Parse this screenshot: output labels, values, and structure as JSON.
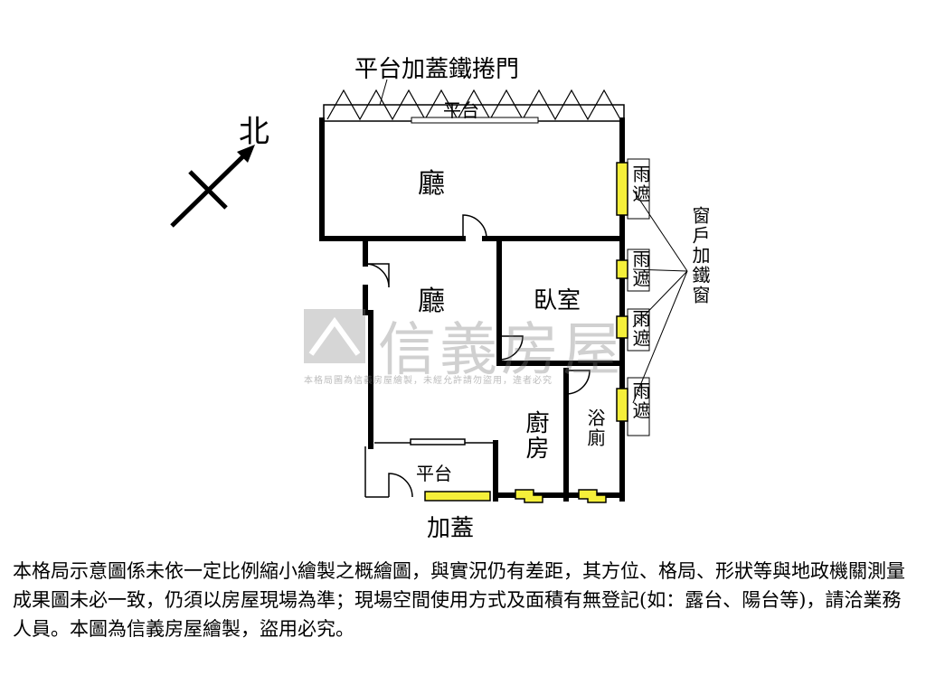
{
  "title_top": "平台加蓋鐵捲門",
  "north_label": "北",
  "rooms": {
    "terrace_top": "平台",
    "living_1": "廳",
    "living_2": "廳",
    "bedroom": "臥室",
    "kitchen": "廚房",
    "bathroom": "浴廁",
    "terrace_bottom": "平台"
  },
  "canopy_labels": [
    "雨遮",
    "雨遮",
    "雨遮",
    "雨遮"
  ],
  "window_note": "窗戶加鐵窗",
  "bottom_note": "加蓋",
  "watermark": {
    "brand": "信義房屋",
    "notice": "本格局圖為信義房屋繪製，未經允許請勿盜用，違者必究"
  },
  "disclaimer": "本格局示意圖係未依一定比例縮小繪製之概繪圖，與實況仍有差距，其方位、格局、形狀等與地政機關測量成果圖未必一致，仍須以房屋現場為準；現場空間使用方式及面積有無登記(如：露台、陽台等)，請洽業務人員。本圖為信義房屋繪製，盜用必究。",
  "colors": {
    "wall": "#000000",
    "window_fill": "#f5ef3a",
    "watermark": "#8c8c8c"
  }
}
